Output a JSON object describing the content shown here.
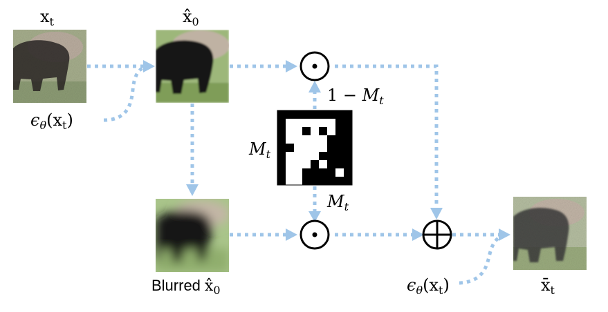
{
  "nodes": {
    "xt": {
      "base": "x",
      "sub": "t"
    },
    "x0hat": {
      "base": "x̂",
      "sub": "0"
    },
    "blurred": {
      "prefix": "Blurred",
      "base": "x̂",
      "sub": "0"
    },
    "xbar": {
      "base": "x̄",
      "sub": "t"
    }
  },
  "noise_labels": {
    "top": {
      "eps": "ϵ",
      "theta": "θ",
      "open": "(x",
      "sub": "t",
      "close": ")"
    },
    "bottom": {
      "eps": "ϵ",
      "theta": "θ",
      "open": "(x",
      "sub": "t",
      "close": ")"
    }
  },
  "mask": {
    "left_label": {
      "base": "M",
      "sub": "t"
    },
    "below_label": {
      "base": "M",
      "sub": "t"
    },
    "top_label": {
      "prefix": "1 − ",
      "base": "M",
      "sub": "t"
    },
    "grid": [
      [
        1,
        1,
        1,
        1,
        1,
        1,
        1,
        1,
        1
      ],
      [
        1,
        0,
        0,
        0,
        0,
        0,
        0,
        1,
        1
      ],
      [
        1,
        0,
        0,
        1,
        0,
        1,
        0,
        1,
        1
      ],
      [
        1,
        0,
        0,
        0,
        0,
        0,
        1,
        1,
        1
      ],
      [
        1,
        1,
        0,
        0,
        0,
        0,
        1,
        1,
        1
      ],
      [
        1,
        0,
        0,
        0,
        0,
        1,
        1,
        1,
        1
      ],
      [
        1,
        0,
        0,
        0,
        1,
        0,
        1,
        1,
        1
      ],
      [
        1,
        0,
        0,
        1,
        1,
        1,
        1,
        0,
        1
      ],
      [
        1,
        0,
        0,
        1,
        1,
        1,
        1,
        1,
        1
      ]
    ]
  },
  "operators": {
    "mult_top": "⊙",
    "mult_bottom": "⊙",
    "add": "⊕"
  },
  "colors": {
    "arrow": "#9fc5e8",
    "bear": "#1c1c1c",
    "grass": "#8faa6e",
    "rock": "#b8a898"
  }
}
